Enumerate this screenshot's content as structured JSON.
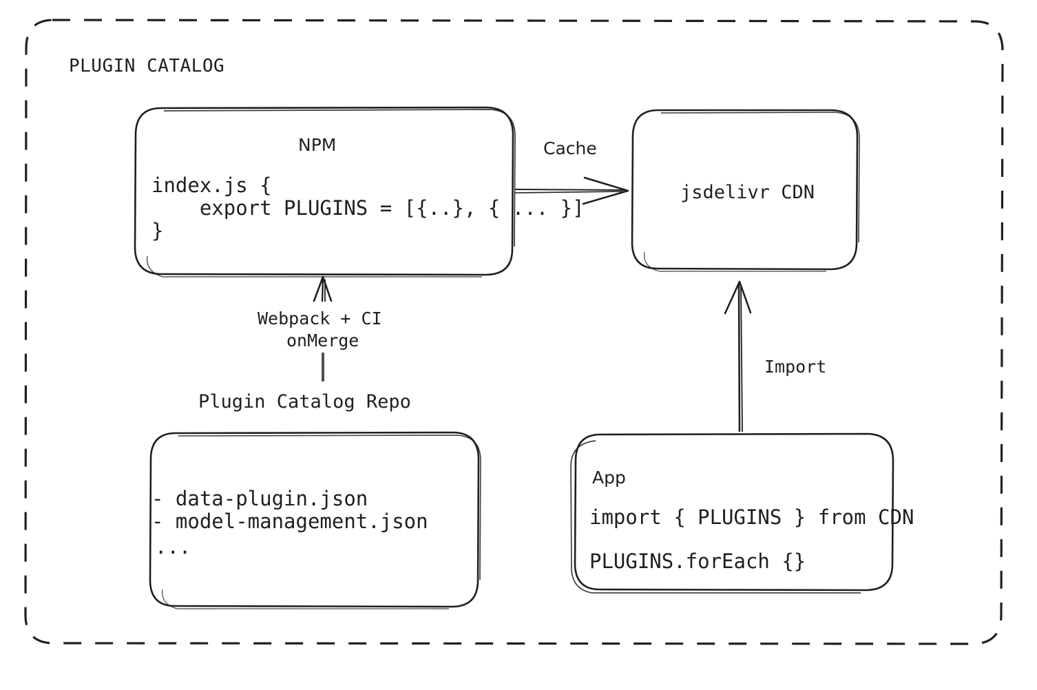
{
  "diagram": {
    "type": "architecture-flow",
    "group": {
      "label": "PLUGIN CATALOG",
      "border_style": "dashed",
      "color": "#1f1f1f"
    },
    "nodes": [
      {
        "id": "npm",
        "title": "NPM",
        "title_font": "sans",
        "code": [
          "index.js {",
          "    export PLUGINS = [{..}, { ... }]",
          "}"
        ]
      },
      {
        "id": "cdn",
        "title": "jsdelivr CDN",
        "title_font": "mono",
        "code": []
      },
      {
        "id": "repo",
        "outer_label": "Plugin Catalog Repo",
        "title": "",
        "code": [
          "- data-plugin.json",
          "- model-management.json",
          "..."
        ]
      },
      {
        "id": "app",
        "title": "App",
        "title_font": "sans",
        "code": [
          "import { PLUGINS } from CDN",
          "PLUGINS.forEach {}"
        ]
      }
    ],
    "edges": [
      {
        "id": "npm-to-cdn",
        "from": "npm",
        "to": "cdn",
        "label": "Cache",
        "label_font": "sans",
        "direction": "right"
      },
      {
        "id": "repo-to-npm",
        "from": "repo",
        "to": "npm",
        "label_lines": [
          "Webpack + CI",
          "onMerge"
        ],
        "label_font": "mono",
        "direction": "up"
      },
      {
        "id": "app-to-cdn",
        "from": "app",
        "to": "cdn",
        "label": "Import",
        "label_font": "mono",
        "direction": "up"
      }
    ]
  },
  "labels": {
    "group_title": "PLUGIN CATALOG",
    "npm_title": "NPM",
    "npm_code_1": "index.js {",
    "npm_code_2": "    export PLUGINS = [{..}, { ... }]",
    "npm_code_3": "}",
    "cdn_title": "jsdelivr CDN",
    "cache_edge": "Cache",
    "webpack_line_1": "Webpack + CI",
    "webpack_line_2": "onMerge",
    "repo_outer_label": "Plugin Catalog Repo",
    "repo_item_1": "- data-plugin.json",
    "repo_item_2": "- model-management.json",
    "repo_item_3": "...",
    "import_edge": "Import",
    "app_title": "App",
    "app_code_1": "import { PLUGINS } from CDN",
    "app_code_2": "PLUGINS.forEach {}"
  }
}
